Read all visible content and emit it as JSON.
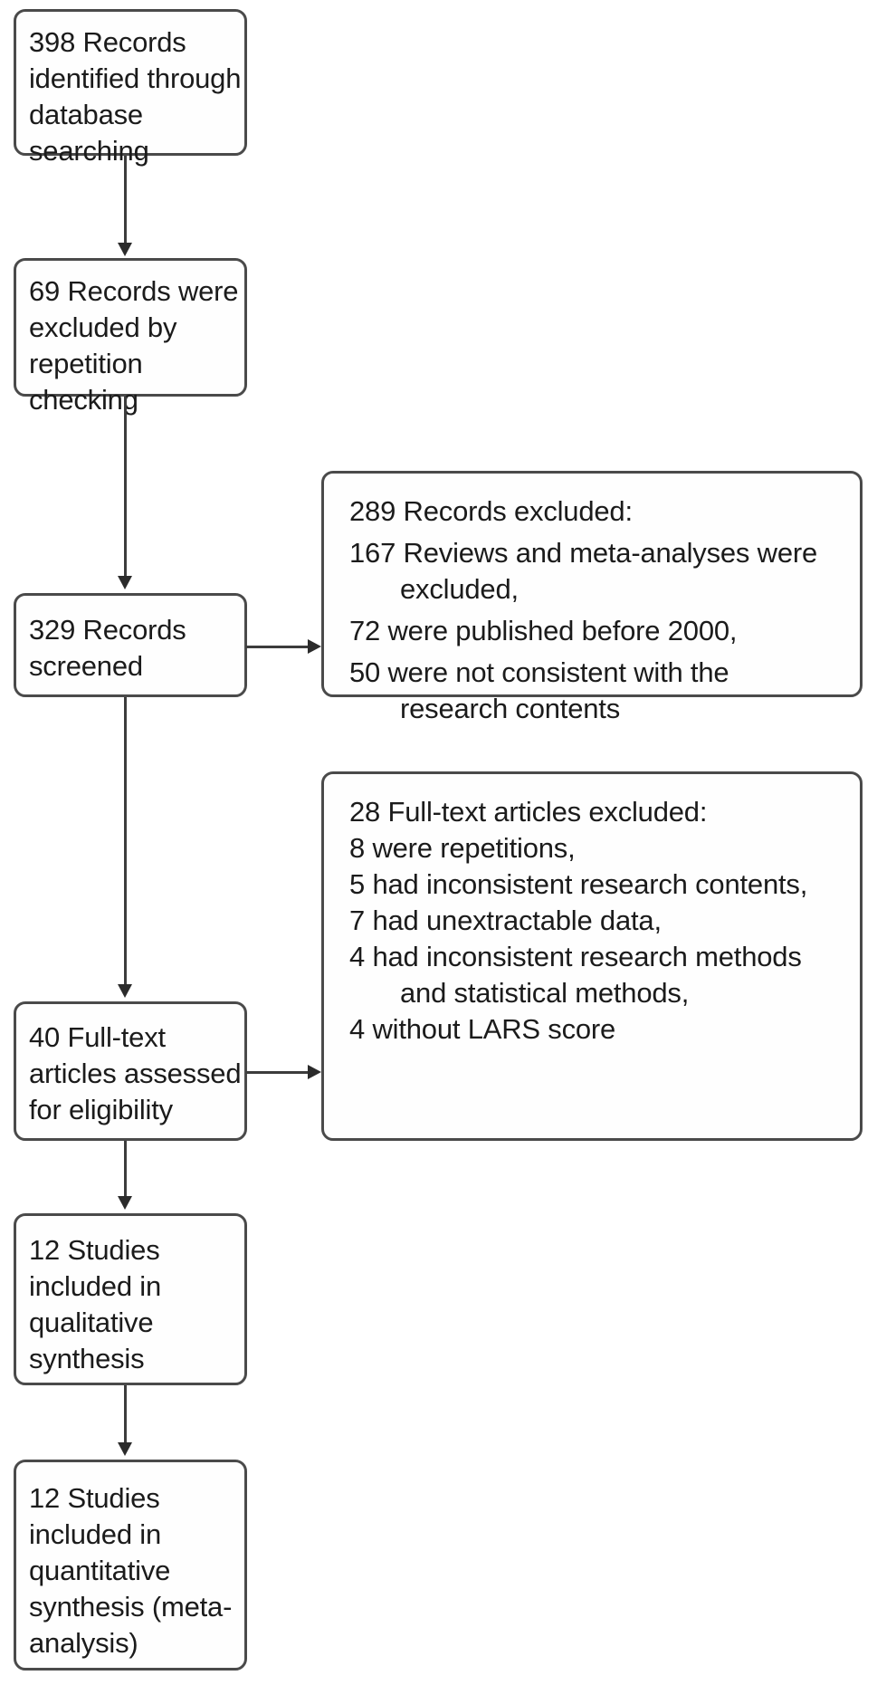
{
  "diagram": {
    "title": "PRISMA study selection flow diagram",
    "type": "flowchart",
    "stroke_color": "#4a4a4a",
    "text_color": "#1b1b1b",
    "background": "#ffffff"
  },
  "boxes": {
    "identified": {
      "count": 398,
      "text": "398 Records identified through database searching"
    },
    "duplicates_excluded": {
      "count": 69,
      "text": "69 Records were excluded by repetition checking"
    },
    "screened": {
      "count": 329,
      "text": "329 Records screened"
    },
    "fulltext_assessed": {
      "count": 40,
      "text": "40 Full-text articles assessed for eligibility"
    },
    "qualitative": {
      "count": 12,
      "text": "12 Studies included in qualitative synthesis"
    },
    "quantitative": {
      "count": 12,
      "text": "12 Studies included in quantitative synthesis (meta-analysis)"
    }
  },
  "exclusions_records": {
    "heading": "289 Records excluded:",
    "total": 289,
    "reasons": [
      {
        "count": 167,
        "line1": "167 Reviews and meta-analyses were",
        "line2": "excluded,"
      },
      {
        "count": 72,
        "line1": "72 were published before 2000,",
        "line2": ""
      },
      {
        "count": 50,
        "line1": "50 were not consistent with the",
        "line2": "research contents"
      }
    ]
  },
  "exclusions_fulltext": {
    "heading": "28 Full-text articles excluded:",
    "total": 28,
    "reasons": [
      {
        "count": 8,
        "line1": "8 were repetitions,",
        "line2": ""
      },
      {
        "count": 5,
        "line1": "5 had inconsistent research contents,",
        "line2": ""
      },
      {
        "count": 7,
        "line1": "7 had unextractable data,",
        "line2": ""
      },
      {
        "count": 4,
        "line1": "4 had inconsistent research methods",
        "line2": "and statistical methods,"
      },
      {
        "count": 4,
        "line1": "4 without LARS score",
        "line2": ""
      }
    ]
  }
}
